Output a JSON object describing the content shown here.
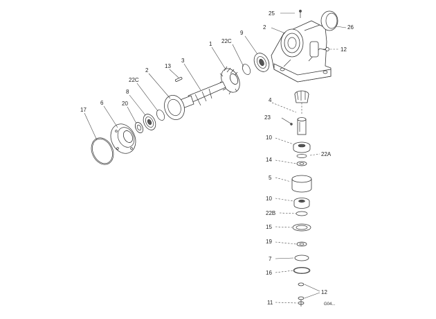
{
  "diagram": {
    "callouts": {
      "p25": "25",
      "p2_top": "2",
      "p26": "26",
      "p22c_top": "22C",
      "p9_top": "9",
      "p12_top": "12",
      "p1": "1",
      "p3": "3",
      "p13": "13",
      "p2_left": "2",
      "p22c_left": "22C",
      "p8": "8",
      "p20": "20",
      "p6": "6",
      "p17": "17",
      "p4": "4",
      "p23": "23",
      "p10_top": "10",
      "p22a": "22A",
      "p14": "14",
      "p5": "5",
      "p10_bottom": "10",
      "p22b": "22B",
      "p15": "15",
      "p19": "19",
      "p7": "7",
      "p16": "16",
      "p12_bottom": "12",
      "p11": "11"
    },
    "drawing_number": "G04..."
  }
}
